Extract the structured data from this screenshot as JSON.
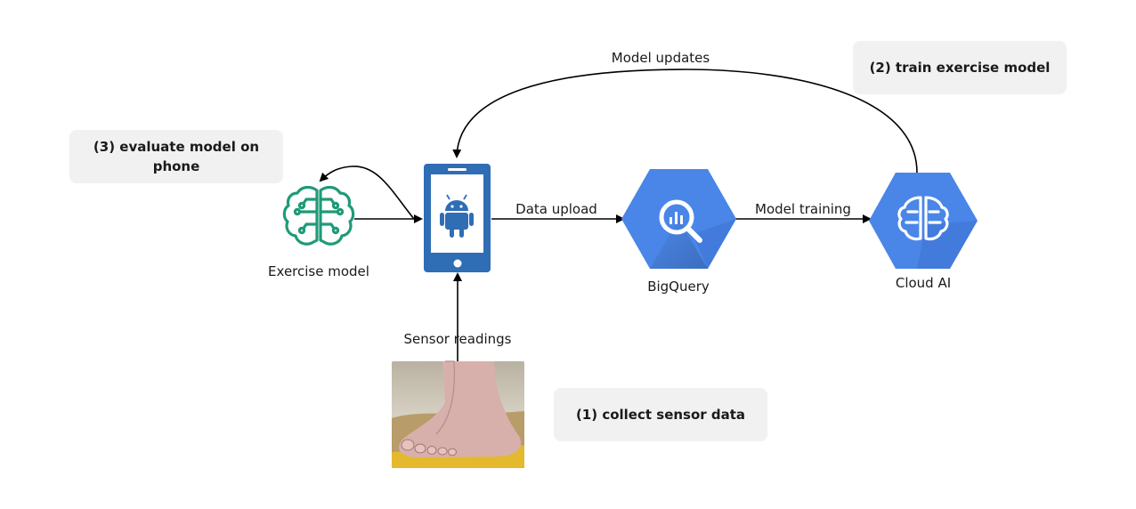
{
  "steps": {
    "collect": "(1) collect sensor data",
    "train": "(2) train exercise model",
    "evaluate": "(3) evaluate model on phone"
  },
  "nodes": {
    "exercise_model": "Exercise model",
    "bigquery": "BigQuery",
    "cloud_ai": "Cloud AI"
  },
  "edges": {
    "model_updates": "Model updates",
    "data_upload": "Data upload",
    "model_training": "Model training",
    "sensor_readings": "Sensor readings"
  },
  "colors": {
    "google_blue": "#4a86e8",
    "google_blue_dark": "#3b6fd1",
    "phone_blue": "#2f6db5",
    "brain_teal": "#1f9a78",
    "step_box_bg": "#f1f1f1"
  }
}
